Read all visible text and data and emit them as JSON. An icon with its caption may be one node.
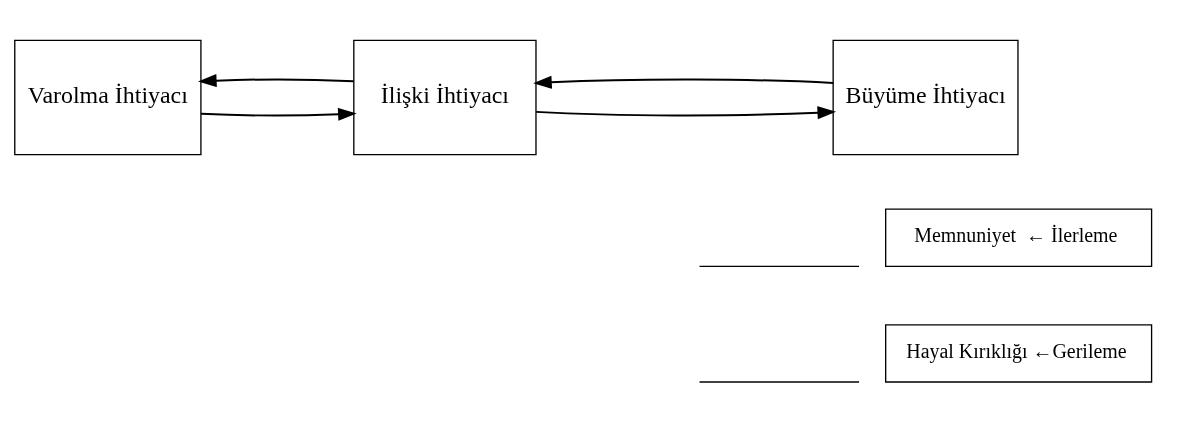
{
  "diagram": {
    "nodes": [
      {
        "text": [
          "Varolma İhtiyacı"
        ]
      },
      {
        "text": [
          "İlişki İhtiyacı"
        ]
      },
      {
        "text": [
          "Büyüme İhtiyacı"
        ]
      }
    ],
    "edges": [
      {
        "from": 0,
        "to": 1,
        "arrow": "to"
      },
      {
        "from": 1,
        "to": 0,
        "arrow": "to"
      },
      {
        "from": 1,
        "to": 2,
        "arrow": "to"
      },
      {
        "from": 2,
        "to": 1,
        "arrow": "to"
      }
    ],
    "legend": [
      {
        "text": "Memnuniyet  ← İlerleme"
      },
      {
        "text": "Hayal Kırıklığı ←Gerileme"
      }
    ]
  }
}
